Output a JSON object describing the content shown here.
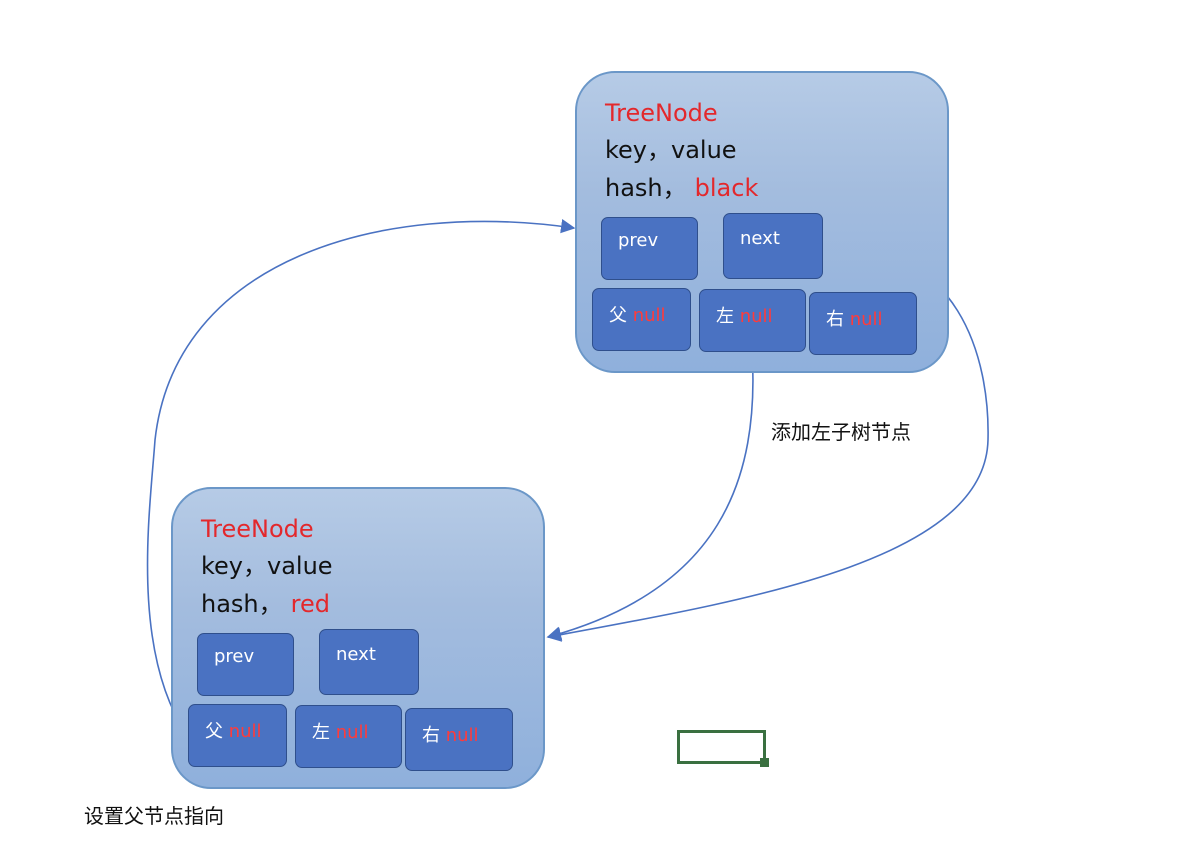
{
  "nodes": {
    "root": {
      "type": "TreeNode",
      "kv": "key，value",
      "hash_label": "hash，",
      "color": "black",
      "prev": "prev",
      "next": "next",
      "parent_cn": "父",
      "left_cn": "左",
      "right_cn": "右",
      "null": "null"
    },
    "child": {
      "type": "TreeNode",
      "kv": "key，value",
      "hash_label": "hash，",
      "color": "red",
      "prev": "prev",
      "next": "next",
      "parent_cn": "父",
      "left_cn": "左",
      "right_cn": "右",
      "null": "null"
    }
  },
  "captions": {
    "add_left": "添加左子树节点",
    "set_parent": "设置父节点指向"
  },
  "colors": {
    "node_fill": "#a3bcde",
    "field_box": "#4a72c2",
    "red_text": "#e3282c",
    "arrow": "#4a72c2"
  }
}
